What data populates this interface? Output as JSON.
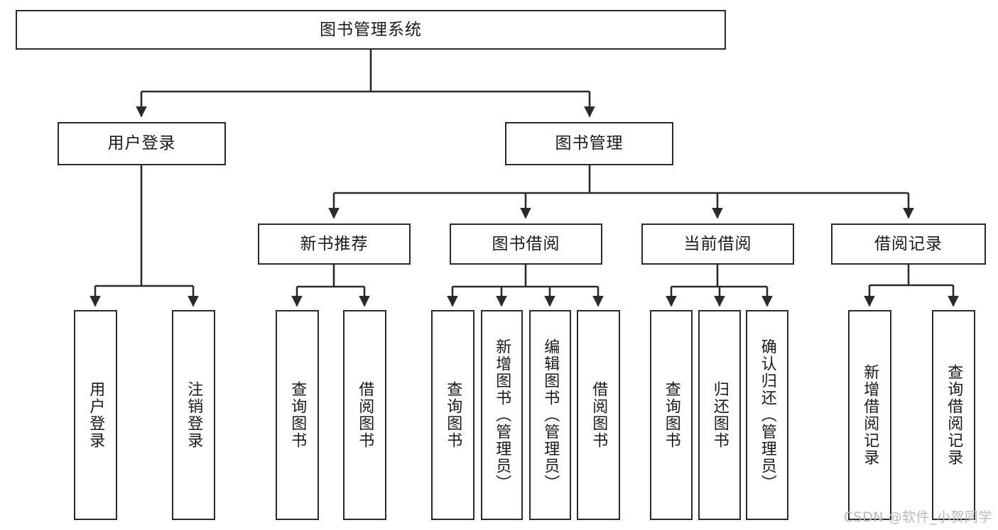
{
  "diagram": {
    "title": "图书管理系统",
    "type": "tree-hierarchy-diagram",
    "colors": {
      "border": "#2b2b2b",
      "background": "#ffffff",
      "text": "#1a1a1a",
      "watermark": "#b9b9b9"
    },
    "root": {
      "id": "root",
      "label": "图书管理系统"
    },
    "level2": [
      {
        "id": "user-login",
        "label": "用户登录"
      },
      {
        "id": "book-manage",
        "label": "图书管理"
      }
    ],
    "level3": [
      {
        "id": "new-book-recommend",
        "label": "新书推荐"
      },
      {
        "id": "book-borrow",
        "label": "图书借阅"
      },
      {
        "id": "current-borrow",
        "label": "当前借阅"
      },
      {
        "id": "borrow-record",
        "label": "借阅记录"
      }
    ],
    "leaves": [
      {
        "id": "leaf-user-login",
        "label": "用户登录",
        "parent": "user-login"
      },
      {
        "id": "leaf-logout-login",
        "label": "注销登录",
        "parent": "user-login"
      },
      {
        "id": "leaf-query-book-1",
        "label": "查询图书",
        "parent": "new-book-recommend"
      },
      {
        "id": "leaf-borrow-book-1",
        "label": "借阅图书",
        "parent": "new-book-recommend"
      },
      {
        "id": "leaf-query-book-2",
        "label": "查询图书",
        "parent": "book-borrow"
      },
      {
        "id": "leaf-add-book",
        "label": "新增图书（管理员）",
        "parent": "book-borrow"
      },
      {
        "id": "leaf-edit-book",
        "label": "编辑图书（管理员）",
        "parent": "book-borrow"
      },
      {
        "id": "leaf-borrow-book-2",
        "label": "借阅图书",
        "parent": "book-borrow"
      },
      {
        "id": "leaf-query-book-3",
        "label": "查询图书",
        "parent": "current-borrow"
      },
      {
        "id": "leaf-return-book",
        "label": "归还图书",
        "parent": "current-borrow"
      },
      {
        "id": "leaf-confirm-return",
        "label": "确认归还（管理员）",
        "parent": "current-borrow"
      },
      {
        "id": "leaf-add-record",
        "label": "新增借阅记录",
        "parent": "borrow-record"
      },
      {
        "id": "leaf-query-record",
        "label": "查询借阅记录",
        "parent": "borrow-record"
      }
    ],
    "watermark": "CSDN @软件_小贺同学"
  }
}
